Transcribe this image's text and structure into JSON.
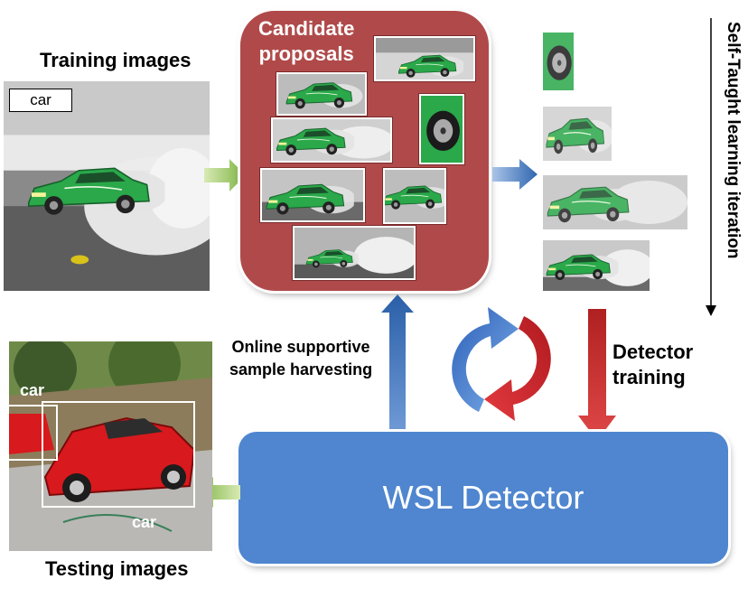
{
  "training": {
    "title": "Training images",
    "tag": "car"
  },
  "candidates": {
    "title_line1": "Candidate",
    "title_line2": "proposals"
  },
  "iteration": {
    "label": "Self-Taught learning iteration"
  },
  "harvest": {
    "line1": "Online supportive",
    "line2": "sample harvesting"
  },
  "training_step": {
    "line1": "Detector",
    "line2": "training"
  },
  "detector": {
    "label": "WSL Detector"
  },
  "testing": {
    "title": "Testing images",
    "box1": "car",
    "box2": "car"
  },
  "colors": {
    "proposal_panel": "#b04a4a",
    "detector_box": "#4f86cf",
    "blue_arrow": "#3c6fb3",
    "red_arrow": "#c0282d",
    "green_arrow": "#8dc34b",
    "car_green": "#2aa84a",
    "car_red": "#d8191d"
  },
  "icons": [
    "right-arrow-icon",
    "up-arrow-icon",
    "down-arrow-icon",
    "left-arrow-icon",
    "refresh-cycle-icon"
  ]
}
